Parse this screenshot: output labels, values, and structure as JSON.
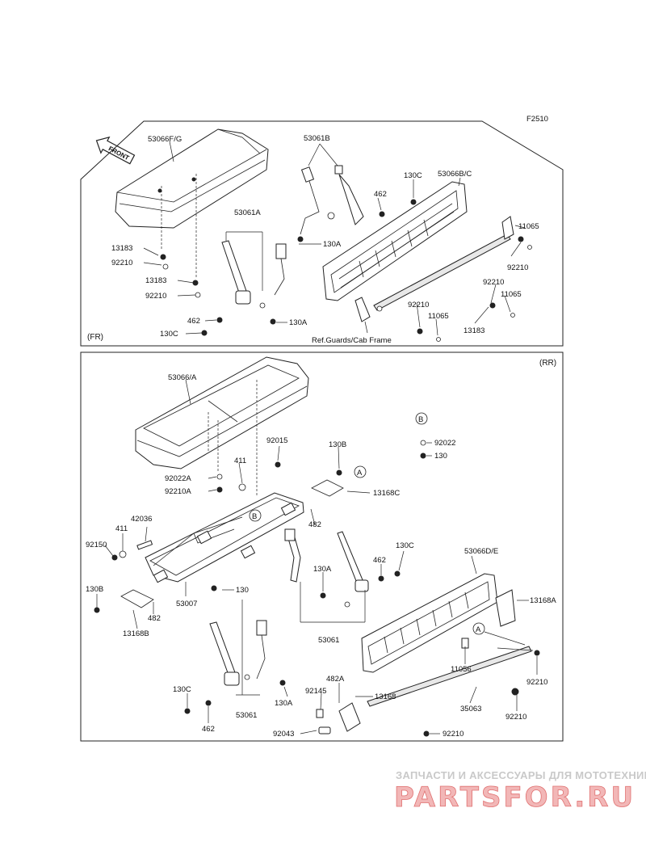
{
  "diagram": {
    "figure_code": "F2510",
    "front_label": "FRONT",
    "sections": {
      "front": "(FR)",
      "rear": "(RR)"
    },
    "note": "Ref.Guards/Cab Frame",
    "front_labels": [
      "53066F/G",
      "53061B",
      "130C",
      "53066B/C",
      "462",
      "11065",
      "53061A",
      "130A",
      "13183",
      "92210",
      "92210",
      "92210",
      "11065",
      "13183",
      "92210",
      "92210",
      "462",
      "130A",
      "11065",
      "130C",
      "13183"
    ],
    "rear_labels": [
      "53066/A",
      "B",
      "92022",
      "130",
      "92015",
      "130B",
      "92022A",
      "411",
      "A",
      "92210A",
      "13168C",
      "42036",
      "482",
      "411",
      "130C",
      "92150",
      "53066D/E",
      "130A",
      "462",
      "130B",
      "53007",
      "130",
      "13168A",
      "482",
      "13168B",
      "A",
      "53061",
      "11056",
      "130C",
      "482A",
      "92210",
      "92145",
      "13168",
      "35063",
      "53061",
      "130A",
      "92210",
      "462",
      "92043",
      "92210"
    ]
  },
  "watermark": {
    "subtitle": "ЗАПЧАСТИ И АКСЕССУАРЫ ДЛЯ МОТОТЕХНИКИ",
    "brand": "PARTSFOR.RU"
  }
}
